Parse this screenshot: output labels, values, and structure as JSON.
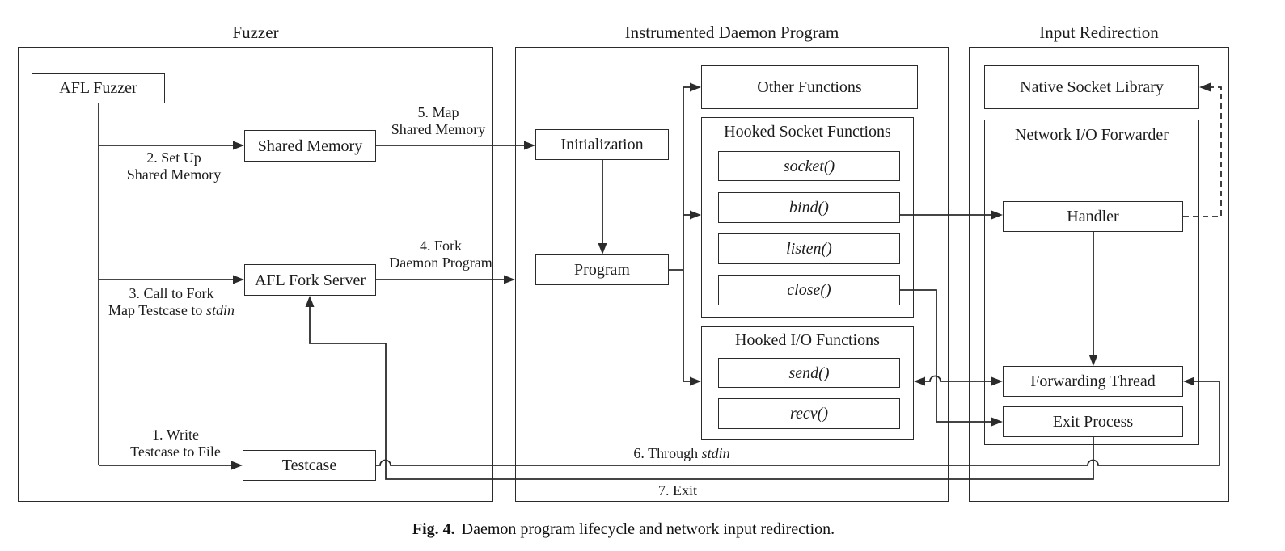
{
  "colors": {
    "ink": "#2b2b2b",
    "background": "#ffffff"
  },
  "sections": {
    "fuzzer": {
      "title": "Fuzzer",
      "afl_fuzzer": "AFL Fuzzer",
      "shared_memory": "Shared Memory",
      "afl_fork_server": "AFL Fork Server",
      "testcase": "Testcase"
    },
    "daemon": {
      "title": "Instrumented Daemon Program",
      "initialization": "Initialization",
      "program": "Program",
      "other_functions": "Other Functions",
      "socket_group": {
        "title": "Hooked Socket Functions",
        "items": [
          "socket()",
          "bind()",
          "listen()",
          "close()"
        ]
      },
      "io_group": {
        "title": "Hooked I/O Functions",
        "items": [
          "send()",
          "recv()"
        ]
      }
    },
    "redirection": {
      "title": "Input Redirection",
      "native_socket_library": "Native Socket Library",
      "forwarder": {
        "title": "Network I/O Forwarder",
        "handler": "Handler",
        "forwarding_thread": "Forwarding Thread",
        "exit_process": "Exit Process"
      }
    }
  },
  "edges": {
    "e1": {
      "line1": "1. Write",
      "line2": "Testcase to File"
    },
    "e2": {
      "line1": "2. Set Up",
      "line2": "Shared Memory"
    },
    "e3": {
      "line1": "3. Call to Fork",
      "line2_prefix": "Map Testcase to ",
      "line2_italic": "stdin"
    },
    "e4": {
      "line1": "4. Fork",
      "line2": "Daemon Program"
    },
    "e5": {
      "line1": "5. Map",
      "line2": "Shared Memory"
    },
    "e6": {
      "prefix": "6. Through ",
      "italic": "stdin"
    },
    "e7": {
      "label": "7. Exit"
    }
  },
  "caption": {
    "prefix": "Fig. 4.",
    "text": "Daemon program lifecycle and network input redirection."
  }
}
